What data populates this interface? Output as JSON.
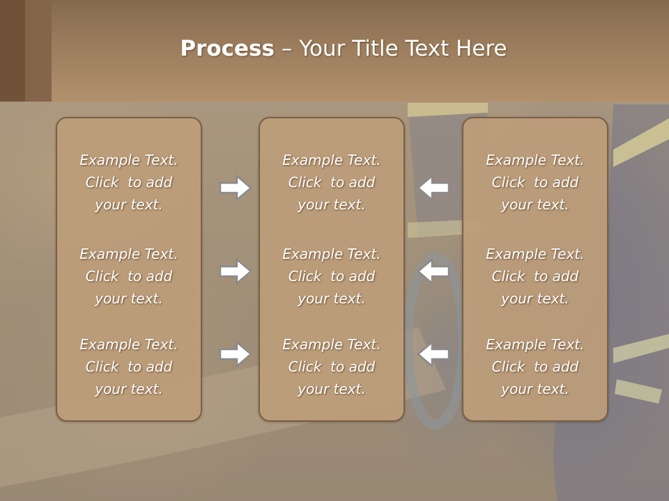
{
  "slide": {
    "title_bold": "Process",
    "title_rest": " – Your Title Text Here"
  },
  "columns": [
    {
      "items": [
        {
          "lines": [
            "Example Text.",
            "Click  to add",
            "your text."
          ]
        },
        {
          "lines": [
            "Example Text.",
            "Click  to add",
            "your text."
          ]
        },
        {
          "lines": [
            "Example Text.",
            "Click  to add",
            "your text."
          ]
        }
      ]
    },
    {
      "items": [
        {
          "lines": [
            "Example Text.",
            "Click  to add",
            "your text."
          ]
        },
        {
          "lines": [
            "Example Text.",
            "Click  to add",
            "your text."
          ]
        },
        {
          "lines": [
            "Example Text.",
            "Click  to add",
            "your text."
          ]
        }
      ]
    },
    {
      "items": [
        {
          "lines": [
            "Example Text.",
            "Click  to add",
            "your text."
          ]
        },
        {
          "lines": [
            "Example Text.",
            "Click  to add",
            "your text."
          ]
        },
        {
          "lines": [
            "Example Text.",
            "Click  to add",
            "your text."
          ]
        }
      ]
    }
  ],
  "arrows": {
    "left_group": "right-arrow-icon",
    "right_group": "left-arrow-icon"
  },
  "colors": {
    "header": "#9b7d5d",
    "box_fill": "#bc9d7a",
    "box_border": "#7a5f45",
    "text": "#ffffff"
  }
}
